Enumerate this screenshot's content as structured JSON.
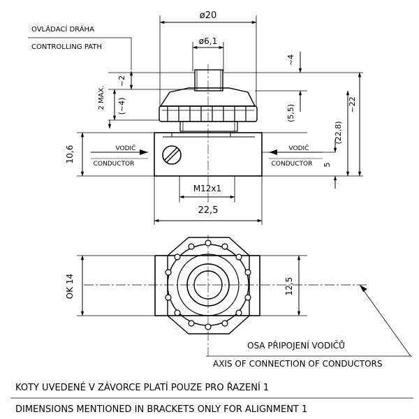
{
  "labels": {
    "controlling_path_cz": "OVLÁDACÍ DRÁHA",
    "controlling_path_en": "CONTROLLING PATH",
    "conductor_cz": "VODIČ",
    "conductor_en": "CONDUCTOR",
    "axis_cz": "OSA PŘIPOJENÍ VODIČŮ",
    "axis_en": "AXIS OF CONNECTION OF CONDUCTORS",
    "note_cz": "KOTY UVEDENÉ V ZÁVORCE PLATÍ POUZE PRO ŘAZENÍ 1",
    "note_en": "DIMENSIONS MENTIONED IN BRACKETS ONLY FOR ALIGNMENT 1"
  },
  "dimensions": {
    "d20": "ø20",
    "d61": "ø6,1",
    "approx4": "~4",
    "approx2": "~2",
    "paren4": "(~4)",
    "max2": "2 MAX.",
    "d55": "(5,5)",
    "d228": "(22,8)",
    "approx22": "~22",
    "d106": "10,6",
    "d5": "5",
    "thread": "M12x1",
    "width225": "22,5",
    "ok14": "OK 14",
    "d125": "12,5"
  }
}
